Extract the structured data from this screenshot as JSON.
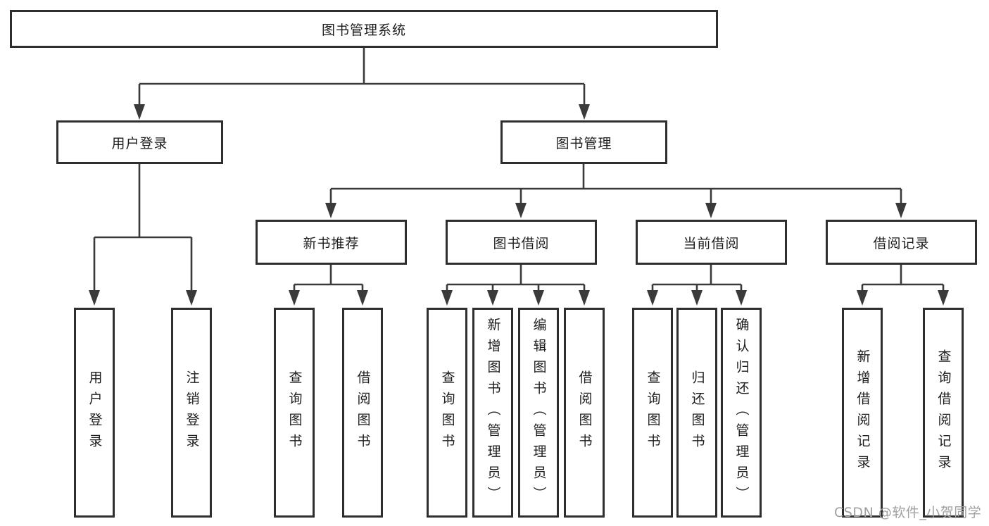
{
  "colors": {
    "line": "#3a3a3a",
    "box_border": "#2e2e2e",
    "text": "#1d1d1d",
    "watermark": "#9fa0a2",
    "background": "#ffffff"
  },
  "tree": {
    "root": {
      "label": "图书管理系统"
    },
    "level2": [
      {
        "label": "用户登录"
      },
      {
        "label": "图书管理"
      }
    ],
    "level3": [
      {
        "label": "新书推荐"
      },
      {
        "label": "图书借阅"
      },
      {
        "label": "当前借阅"
      },
      {
        "label": "借阅记录"
      }
    ],
    "leaves": {
      "user_login": [
        "用户登录",
        "注销登录"
      ],
      "new_book_recommend": [
        "查询图书",
        "借阅图书"
      ],
      "book_borrow": [
        "查询图书",
        "新增图书（管理员）",
        "编辑图书（管理员）",
        "借阅图书"
      ],
      "current_borrow": [
        "查询图书",
        "归还图书",
        "确认归还（管理员）"
      ],
      "borrow_records": [
        "新增借阅记录",
        "查询借阅记录"
      ]
    }
  },
  "watermark": {
    "text": "CSDN @软件_小贺同学"
  }
}
